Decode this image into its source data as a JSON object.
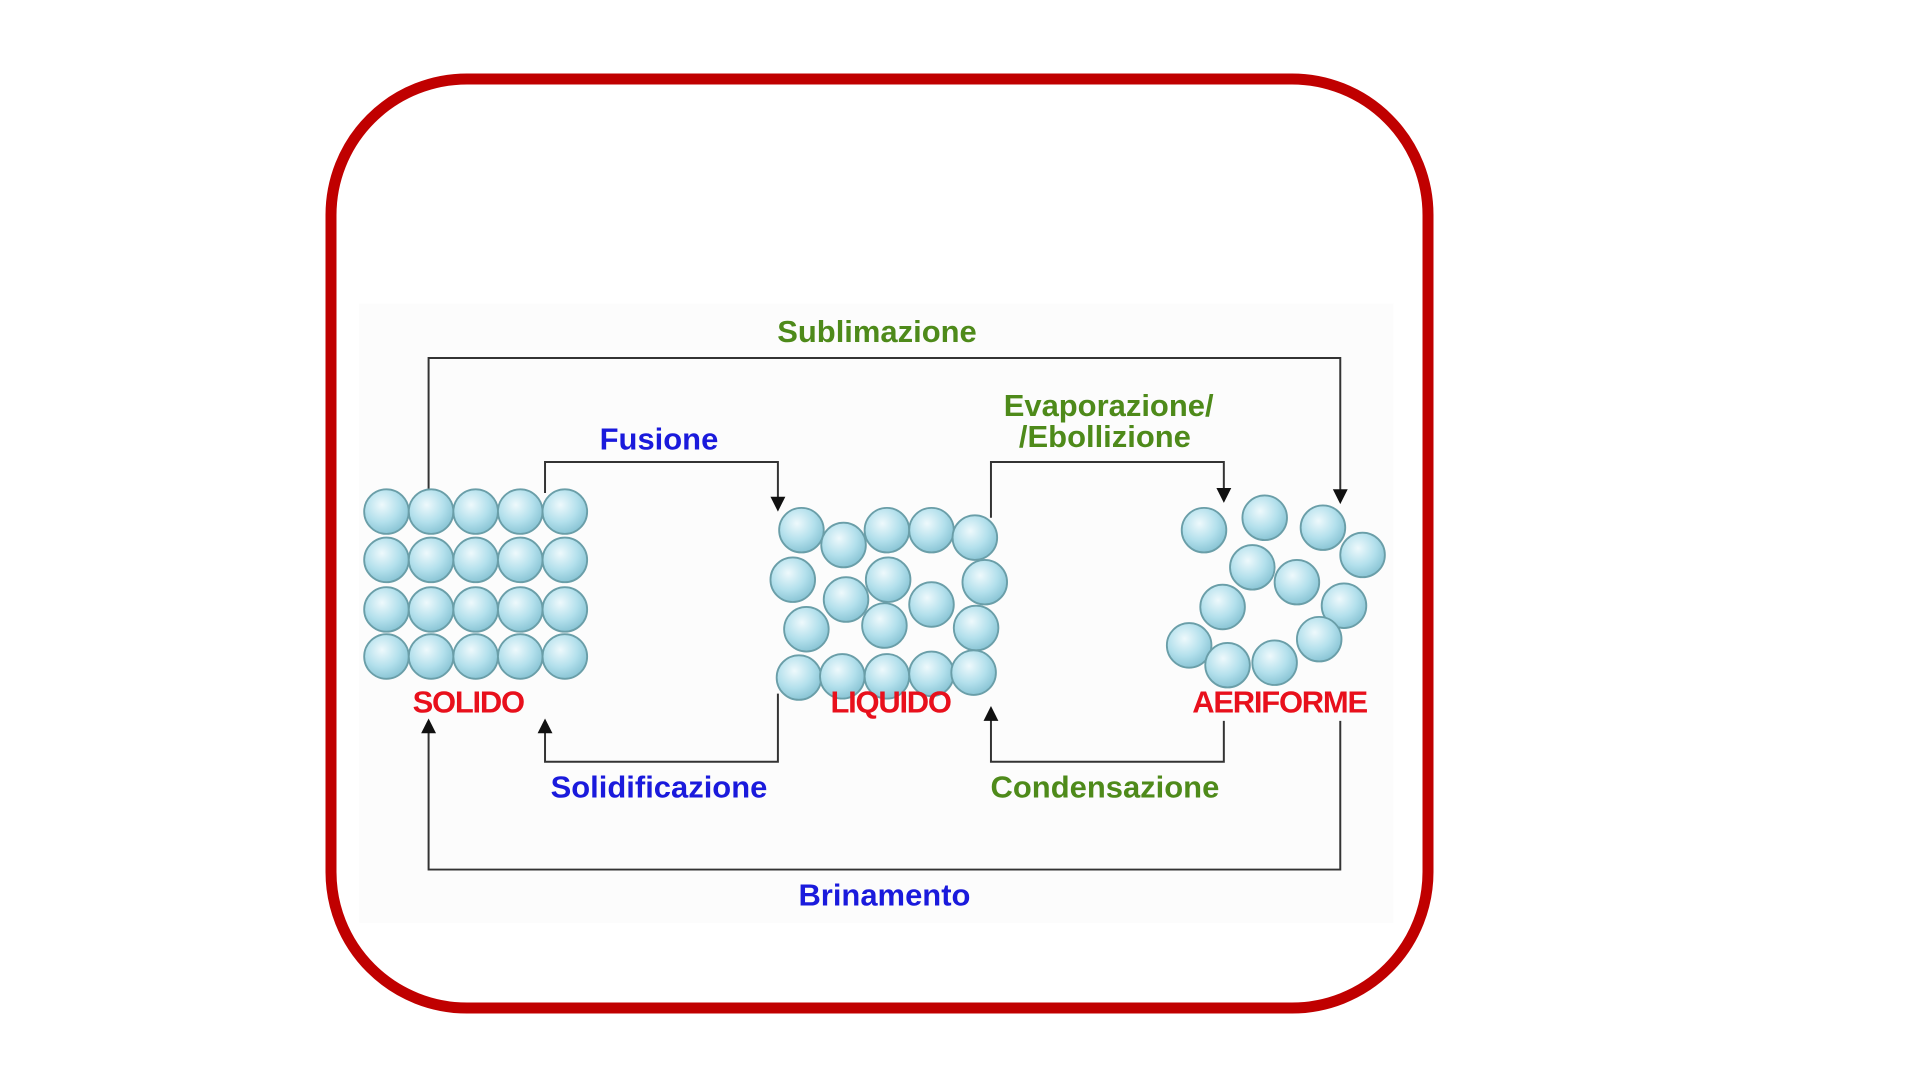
{
  "diagram": {
    "states": {
      "solid": "SOLIDO",
      "liquid": "LIQUIDO",
      "gas": "AERIFORME"
    },
    "transitions": {
      "sublimation": "Sublimazione",
      "fusion": "Fusione",
      "evaporation_line1": "Evaporazione/",
      "evaporation_line2": "/Ebollizione",
      "solidification": "Solidificazione",
      "condensation": "Condensazione",
      "deposition": "Brinamento"
    },
    "colors": {
      "frame": "#c00000",
      "state_label": "#e8101c",
      "green_label": "#4e8a1a",
      "blue_label": "#1a1adc",
      "particle": "#a9dbe8"
    }
  }
}
